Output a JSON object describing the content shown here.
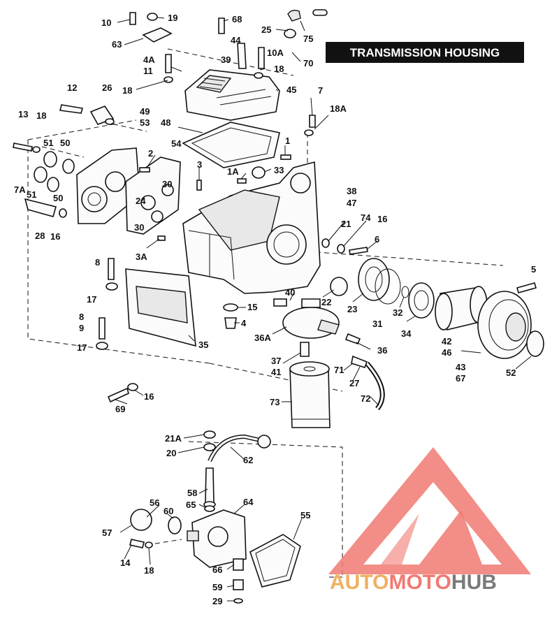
{
  "title": "TRANSMISSION HOUSING",
  "brand": {
    "part1": "AUTO",
    "part2": "MOTO",
    "part3": "HUB",
    "color1": "#f0b060",
    "color2": "#f07a72",
    "color3": "#7a7a7a"
  },
  "colors": {
    "ink": "#111111",
    "paper": "#ffffff",
    "logo": "#f07a72"
  },
  "labels": [
    {
      "id": "10",
      "text": "10"
    },
    {
      "id": "19",
      "text": "19"
    },
    {
      "id": "68",
      "text": "68"
    },
    {
      "id": "25",
      "text": "25"
    },
    {
      "id": "75",
      "text": "75"
    },
    {
      "id": "63",
      "text": "63"
    },
    {
      "id": "44",
      "text": "44"
    },
    {
      "id": "10A",
      "text": "10A"
    },
    {
      "id": "39",
      "text": "39"
    },
    {
      "id": "70",
      "text": "70"
    },
    {
      "id": "18a",
      "text": "18"
    },
    {
      "id": "4A",
      "text": "4A"
    },
    {
      "id": "11",
      "text": "11"
    },
    {
      "id": "45",
      "text": "45"
    },
    {
      "id": "12",
      "text": "12"
    },
    {
      "id": "26",
      "text": "26"
    },
    {
      "id": "18b",
      "text": "18"
    },
    {
      "id": "7",
      "text": "7"
    },
    {
      "id": "18A",
      "text": "18A"
    },
    {
      "id": "13",
      "text": "13"
    },
    {
      "id": "18c",
      "text": "18"
    },
    {
      "id": "49",
      "text": "49"
    },
    {
      "id": "53",
      "text": "53"
    },
    {
      "id": "48",
      "text": "48"
    },
    {
      "id": "51a",
      "text": "51"
    },
    {
      "id": "50a",
      "text": "50"
    },
    {
      "id": "2",
      "text": "2"
    },
    {
      "id": "54",
      "text": "54"
    },
    {
      "id": "1",
      "text": "1"
    },
    {
      "id": "3",
      "text": "3"
    },
    {
      "id": "1A",
      "text": "1A"
    },
    {
      "id": "33",
      "text": "33"
    },
    {
      "id": "7A",
      "text": "7A"
    },
    {
      "id": "51b",
      "text": "51"
    },
    {
      "id": "50b",
      "text": "50"
    },
    {
      "id": "30a",
      "text": "30"
    },
    {
      "id": "24",
      "text": "24"
    },
    {
      "id": "30b",
      "text": "30"
    },
    {
      "id": "38",
      "text": "38"
    },
    {
      "id": "47",
      "text": "47"
    },
    {
      "id": "74",
      "text": "74"
    },
    {
      "id": "16a",
      "text": "16"
    },
    {
      "id": "21",
      "text": "21"
    },
    {
      "id": "28",
      "text": "28"
    },
    {
      "id": "16b",
      "text": "16"
    },
    {
      "id": "6",
      "text": "6"
    },
    {
      "id": "3A",
      "text": "3A"
    },
    {
      "id": "8a",
      "text": "8"
    },
    {
      "id": "5",
      "text": "5"
    },
    {
      "id": "17a",
      "text": "17"
    },
    {
      "id": "40",
      "text": "40"
    },
    {
      "id": "22",
      "text": "22"
    },
    {
      "id": "15",
      "text": "15"
    },
    {
      "id": "23",
      "text": "23"
    },
    {
      "id": "32",
      "text": "32"
    },
    {
      "id": "8b",
      "text": "8"
    },
    {
      "id": "9",
      "text": "9"
    },
    {
      "id": "4",
      "text": "4"
    },
    {
      "id": "31",
      "text": "31"
    },
    {
      "id": "34",
      "text": "34"
    },
    {
      "id": "42",
      "text": "42"
    },
    {
      "id": "46",
      "text": "46"
    },
    {
      "id": "17b",
      "text": "17"
    },
    {
      "id": "35",
      "text": "35"
    },
    {
      "id": "36A",
      "text": "36A"
    },
    {
      "id": "36",
      "text": "36"
    },
    {
      "id": "43",
      "text": "43"
    },
    {
      "id": "67",
      "text": "67"
    },
    {
      "id": "52",
      "text": "52"
    },
    {
      "id": "37",
      "text": "37"
    },
    {
      "id": "41",
      "text": "41"
    },
    {
      "id": "71",
      "text": "71"
    },
    {
      "id": "27",
      "text": "27"
    },
    {
      "id": "16c",
      "text": "16"
    },
    {
      "id": "69",
      "text": "69"
    },
    {
      "id": "73",
      "text": "73"
    },
    {
      "id": "72",
      "text": "72"
    },
    {
      "id": "21A",
      "text": "21A"
    },
    {
      "id": "20",
      "text": "20"
    },
    {
      "id": "62",
      "text": "62"
    },
    {
      "id": "58",
      "text": "58"
    },
    {
      "id": "56",
      "text": "56"
    },
    {
      "id": "60",
      "text": "60"
    },
    {
      "id": "65",
      "text": "65"
    },
    {
      "id": "64",
      "text": "64"
    },
    {
      "id": "55",
      "text": "55"
    },
    {
      "id": "57",
      "text": "57"
    },
    {
      "id": "14",
      "text": "14"
    },
    {
      "id": "18d",
      "text": "18"
    },
    {
      "id": "66",
      "text": "66"
    },
    {
      "id": "59",
      "text": "59"
    },
    {
      "id": "29",
      "text": "29"
    }
  ]
}
